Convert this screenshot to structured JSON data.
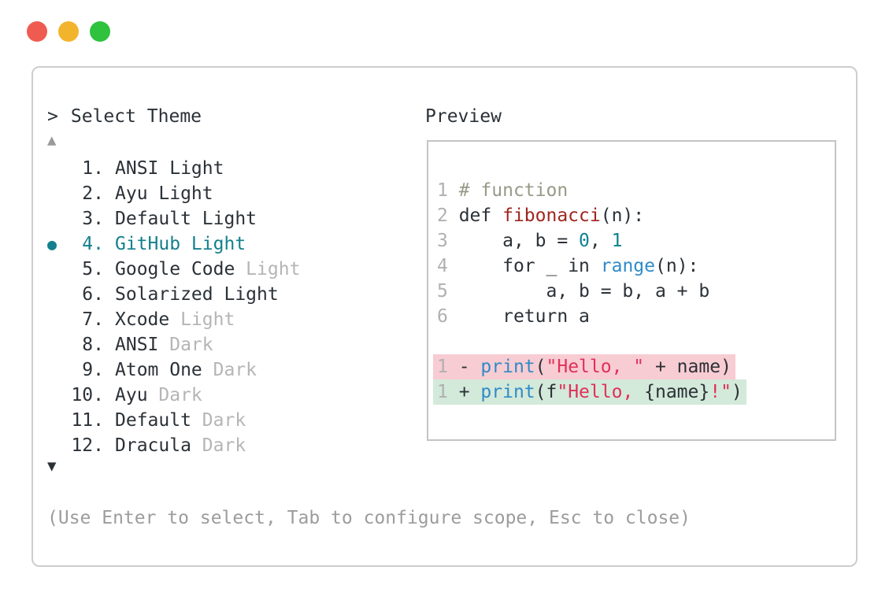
{
  "colors": {
    "text": "#2b3137",
    "muted": "#b5b5b5",
    "accent": "#14808d",
    "comment": "#999988",
    "function_name": "#a0251f",
    "number": "#0d8290",
    "builtin": "#2f8bc7",
    "string": "#e0305a",
    "diff_del_bg": "#f8ccd3",
    "diff_add_bg": "#d3e9d9",
    "line_num": "#b0b0b0",
    "panel_border": "#cdcdcd",
    "preview_border": "#c4c4c4",
    "arrow_up": "#9a9a9a",
    "footer_text": "#9c9c9c",
    "traffic_red": "#f05b51",
    "traffic_yellow": "#f3b42d",
    "traffic_green": "#2ec23e"
  },
  "theme_picker": {
    "prompt_caret": ">",
    "title": "Select Theme",
    "scroll_up_glyph": "▲",
    "scroll_down_glyph": "▼",
    "selected_bullet": "●",
    "items": [
      {
        "number": "1.",
        "name": "ANSI Light",
        "muted": "",
        "selected": false
      },
      {
        "number": "2.",
        "name": "Ayu Light",
        "muted": "",
        "selected": false
      },
      {
        "number": "3.",
        "name": "Default Light",
        "muted": "",
        "selected": false
      },
      {
        "number": "4.",
        "name": "GitHub Light",
        "muted": "",
        "selected": true
      },
      {
        "number": "5.",
        "name": "Google Code",
        "muted": "Light",
        "selected": false
      },
      {
        "number": "6.",
        "name": "Solarized Light",
        "muted": "",
        "selected": false
      },
      {
        "number": "7.",
        "name": "Xcode",
        "muted": "Light",
        "selected": false
      },
      {
        "number": "8.",
        "name": "ANSI",
        "muted": "Dark",
        "selected": false
      },
      {
        "number": "9.",
        "name": "Atom One",
        "muted": "Dark",
        "selected": false
      },
      {
        "number": "10.",
        "name": "Ayu",
        "muted": "Dark",
        "selected": false
      },
      {
        "number": "11.",
        "name": "Default",
        "muted": "Dark",
        "selected": false
      },
      {
        "number": "12.",
        "name": "Dracula",
        "muted": "Dark",
        "selected": false
      }
    ]
  },
  "preview": {
    "label": "Preview",
    "code_lines": [
      {
        "num": "1",
        "diff": null,
        "tokens": [
          {
            "t": "# function",
            "s": "comment"
          }
        ]
      },
      {
        "num": "2",
        "diff": null,
        "tokens": [
          {
            "t": "def ",
            "s": "keyword"
          },
          {
            "t": "fibonacci",
            "s": "function"
          },
          {
            "t": "(n):",
            "s": "plain"
          }
        ]
      },
      {
        "num": "3",
        "diff": null,
        "tokens": [
          {
            "t": "    a, b = ",
            "s": "plain"
          },
          {
            "t": "0",
            "s": "number"
          },
          {
            "t": ", ",
            "s": "plain"
          },
          {
            "t": "1",
            "s": "number"
          }
        ]
      },
      {
        "num": "4",
        "diff": null,
        "tokens": [
          {
            "t": "    ",
            "s": "plain"
          },
          {
            "t": "for",
            "s": "keyword"
          },
          {
            "t": " _ ",
            "s": "plain"
          },
          {
            "t": "in",
            "s": "keyword"
          },
          {
            "t": " ",
            "s": "plain"
          },
          {
            "t": "range",
            "s": "builtin"
          },
          {
            "t": "(n):",
            "s": "plain"
          }
        ]
      },
      {
        "num": "5",
        "diff": null,
        "tokens": [
          {
            "t": "        a, b = b, a + b",
            "s": "plain"
          }
        ]
      },
      {
        "num": "6",
        "diff": null,
        "tokens": [
          {
            "t": "    ",
            "s": "plain"
          },
          {
            "t": "return",
            "s": "keyword"
          },
          {
            "t": " a",
            "s": "plain"
          }
        ]
      },
      {
        "num": "",
        "diff": null,
        "tokens": []
      },
      {
        "num": "1",
        "diff": "del",
        "tokens": [
          {
            "t": "- ",
            "s": "plain"
          },
          {
            "t": "print",
            "s": "builtin"
          },
          {
            "t": "(",
            "s": "plain"
          },
          {
            "t": "\"Hello, \"",
            "s": "string"
          },
          {
            "t": " + name)",
            "s": "plain"
          }
        ]
      },
      {
        "num": "1",
        "diff": "add",
        "tokens": [
          {
            "t": "+ ",
            "s": "plain"
          },
          {
            "t": "print",
            "s": "builtin"
          },
          {
            "t": "(f",
            "s": "plain"
          },
          {
            "t": "\"Hello, ",
            "s": "string"
          },
          {
            "t": "{name}",
            "s": "plain"
          },
          {
            "t": "!\"",
            "s": "string"
          },
          {
            "t": ")",
            "s": "plain"
          }
        ]
      }
    ]
  },
  "footer": {
    "hint": "(Use Enter to select, Tab to configure scope, Esc to close)"
  }
}
